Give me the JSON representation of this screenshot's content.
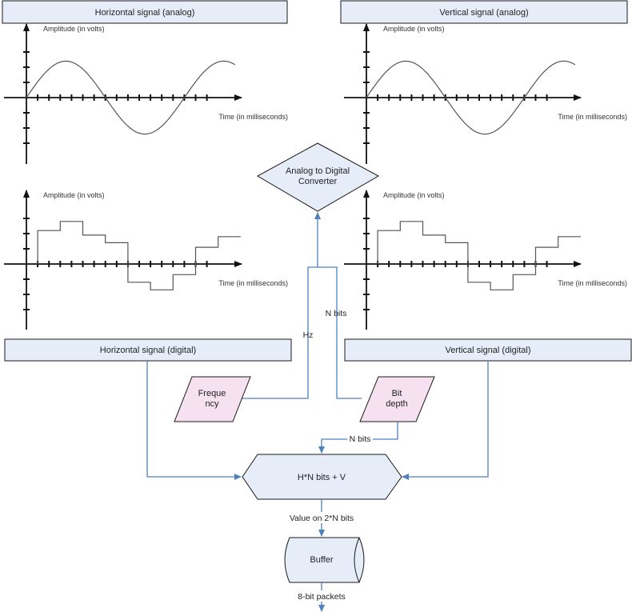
{
  "title_boxes": {
    "h_analog": "Horizontal signal (analog)",
    "v_analog": "Vertical  signal (analog)",
    "h_digital": "Horizontal signal (digital)",
    "v_digital": "Vertical  signal (digital)"
  },
  "axis_labels": {
    "amplitude": "Amplitude (in volts)",
    "time": "Time (in milliseconds)"
  },
  "nodes": {
    "adc": [
      "Analog to Digital",
      "Converter"
    ],
    "frequency": [
      "Freque",
      "ncy"
    ],
    "bit_depth": [
      "Bit",
      "depth"
    ],
    "combine": "H*N bits + V",
    "buffer": "Buffer"
  },
  "edge_labels": {
    "hz": "Hz",
    "n_bits_up": "N bits",
    "n_bits_down": "N bits",
    "value_2n": "Value on 2*N bits",
    "packets": "8-bit packets"
  },
  "colors": {
    "box_fill": "#e6edf8",
    "box_stroke": "#1a1a1a",
    "input_fill": "#f5e1f0",
    "connector": "#4f81bd",
    "plot_stroke": "#555555",
    "axis": "#111111"
  },
  "chart_data": [
    {
      "type": "line",
      "title": "Horizontal signal (analog)",
      "xlabel": "Time (in milliseconds)",
      "ylabel": "Amplitude (in volts)",
      "x_ticks": 16,
      "y_ticks_pos": 3,
      "y_ticks_neg": 3,
      "function": "sine",
      "amplitude": 2.4,
      "period_ticks": 14,
      "x_range": [
        0,
        18.5
      ]
    },
    {
      "type": "line",
      "title": "Vertical  signal (analog)",
      "xlabel": "Time (in milliseconds)",
      "ylabel": "Amplitude (in volts)",
      "x_ticks": 16,
      "y_ticks_pos": 3,
      "y_ticks_neg": 3,
      "function": "sine",
      "amplitude": 2.4,
      "period_ticks": 14,
      "x_range": [
        0,
        18.5
      ]
    },
    {
      "type": "line",
      "title": "Horizontal signal (digital)",
      "xlabel": "Time (in milliseconds)",
      "ylabel": "Amplitude (in volts)",
      "x_ticks": 16,
      "y_ticks_pos": 3,
      "y_ticks_neg": 3,
      "step": true,
      "x": [
        1,
        3,
        5,
        7,
        9,
        11,
        13,
        15,
        17,
        19
      ],
      "y": [
        2.2,
        2.8,
        1.9,
        1.4,
        -1.2,
        -1.7,
        -0.7,
        1.1,
        1.8,
        1.8
      ],
      "x_end": 19
    },
    {
      "type": "line",
      "title": "Vertical  signal (digital)",
      "xlabel": "Time (in milliseconds)",
      "ylabel": "Amplitude (in volts)",
      "x_ticks": 16,
      "y_ticks_pos": 3,
      "y_ticks_neg": 3,
      "step": true,
      "x": [
        1,
        3,
        5,
        7,
        9,
        11,
        13,
        15,
        17,
        19
      ],
      "y": [
        2.2,
        2.8,
        1.9,
        1.4,
        -1.2,
        -1.7,
        -0.7,
        1.1,
        1.8,
        1.8
      ],
      "x_end": 19
    }
  ]
}
